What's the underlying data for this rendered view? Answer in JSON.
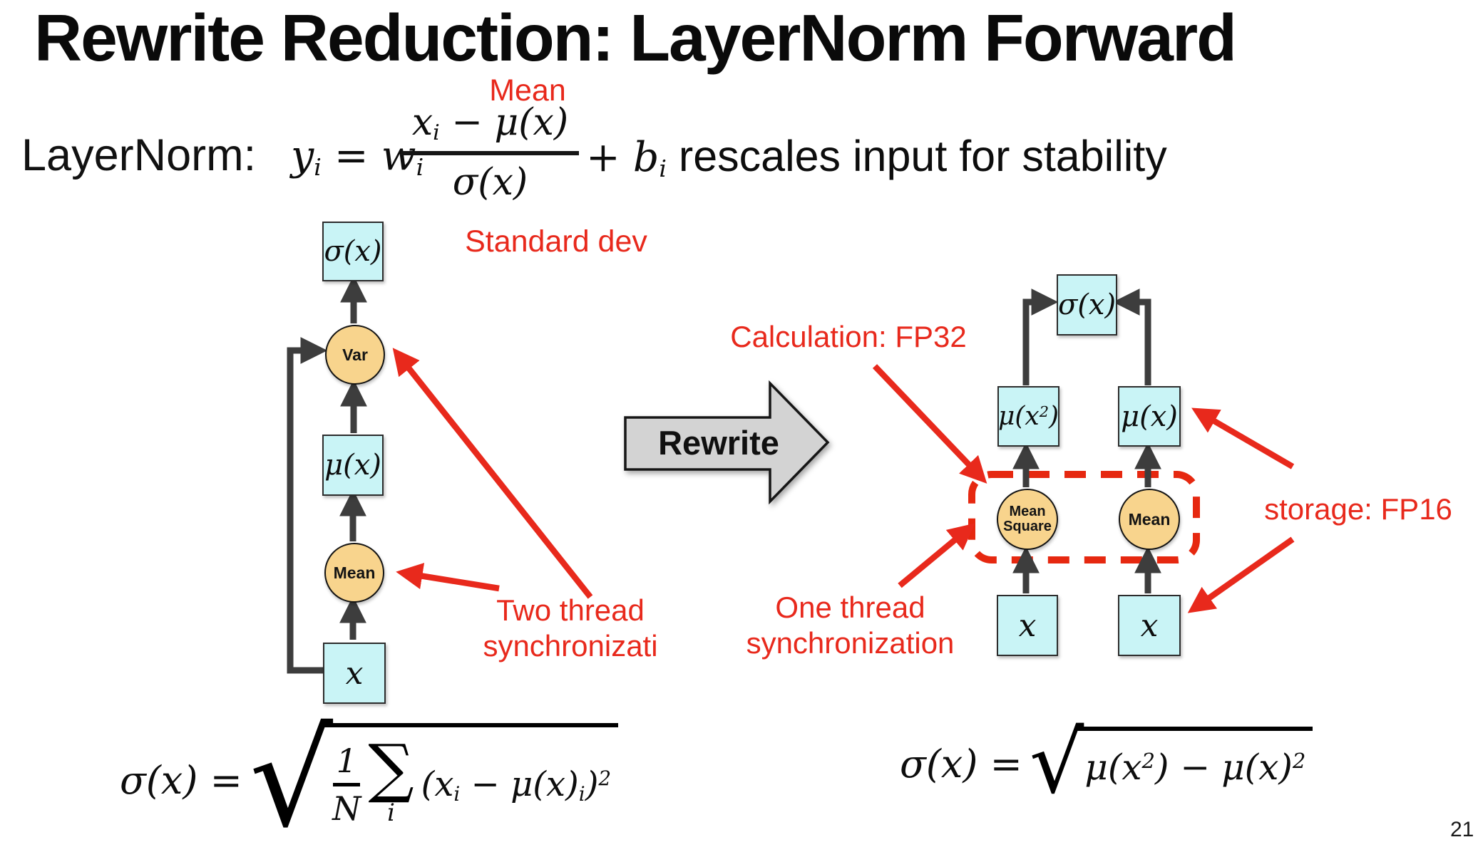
{
  "title": "Rewrite Reduction: LayerNorm Forward",
  "formula": {
    "label": "LayerNorm:",
    "mid_segments": [
      {
        "t": "i",
        "v": "y"
      },
      {
        "t": "sub",
        "v": "i"
      },
      {
        "t": "i",
        "v": " = w"
      },
      {
        "t": "sub",
        "v": "i"
      }
    ],
    "numerator_segments": [
      {
        "t": "i",
        "v": "x"
      },
      {
        "t": "sub",
        "v": "i"
      },
      {
        "t": "i",
        "v": " − μ(x)"
      }
    ],
    "denominator": "σ(x)",
    "plus_segments": [
      {
        "t": "i",
        "v": "+ b"
      },
      {
        "t": "sub",
        "v": "i"
      }
    ],
    "tail": " rescales input for stability",
    "mean_callout": "Mean",
    "std_callout": "Standard dev"
  },
  "rewrite": {
    "label": "Rewrite"
  },
  "left": {
    "sigma_box": "σ(x)",
    "var_circle": "Var",
    "mu_box": "μ(x)",
    "mean_circle": "Mean",
    "x_box": "x",
    "formula": {
      "lead": "σ(x) =",
      "frac_top": "1",
      "frac_bottom": "N",
      "sum_sign": "∑",
      "sum_index": "i",
      "radical": "√",
      "body_segments": [
        {
          "t": "i",
          "v": "(x"
        },
        {
          "t": "sub",
          "v": "i"
        },
        {
          "t": "i",
          "v": " − μ(x)"
        },
        {
          "t": "sub",
          "v": "i"
        },
        {
          "t": "i",
          "v": ")"
        },
        {
          "t": "sup",
          "v": "2"
        }
      ]
    }
  },
  "right": {
    "sigma_box": "σ(x)",
    "mu_sq_segments": [
      {
        "t": "i",
        "v": "μ(x"
      },
      {
        "t": "sup",
        "v": "2"
      },
      {
        "t": "i",
        "v": ")"
      }
    ],
    "mu_box": "μ(x)",
    "mean_sq_line1": "Mean",
    "mean_sq_line2": "Square",
    "mean_circle": "Mean",
    "x_left": "x",
    "x_right": "x",
    "formula": {
      "lead": "σ(x) =",
      "radical": "√",
      "body_segments": [
        {
          "t": "i",
          "v": "μ(x"
        },
        {
          "t": "sup",
          "v": "2"
        },
        {
          "t": "i",
          "v": ") − μ(x)"
        },
        {
          "t": "sup",
          "v": "2"
        }
      ]
    }
  },
  "callouts": {
    "calculation": "Calculation: FP32",
    "storage": "storage: FP16",
    "two_thread_1": "Two thread",
    "two_thread_2": "synchronizati",
    "one_thread_1": "One thread",
    "one_thread_2": "synchronization"
  },
  "page_number": "21",
  "colors": {
    "red": "#e8291c",
    "red2": "#e62810",
    "box_fill": "#c9f4f6",
    "circle_fill": "#f8d48d",
    "arrow": "#3d3d3d",
    "rewrite_fill": "#d3d3d3"
  }
}
